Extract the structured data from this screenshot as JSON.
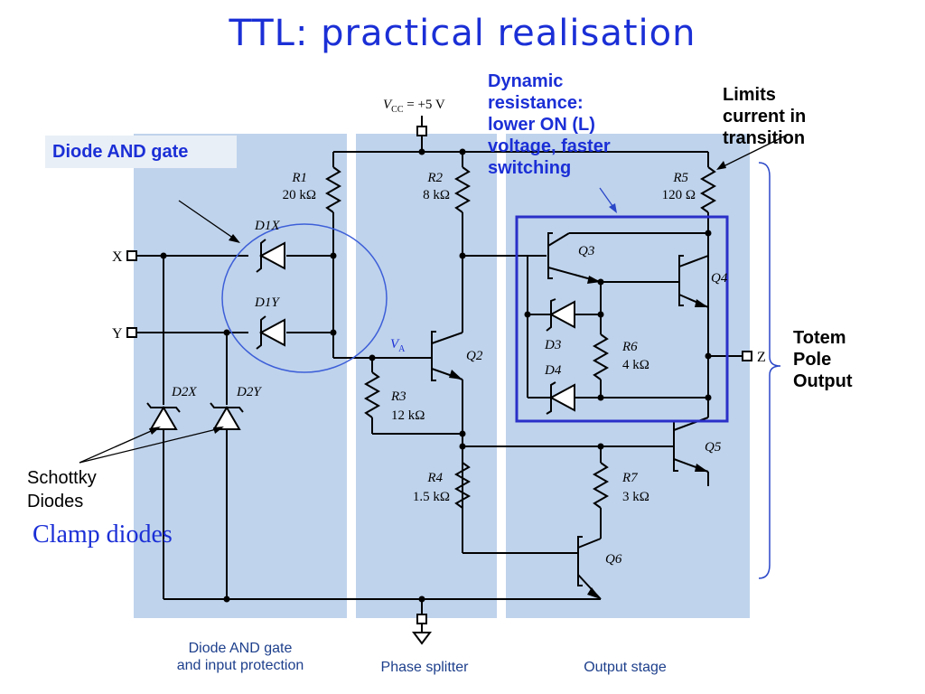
{
  "title": "TTL: practical realisation",
  "annotations": {
    "diode_and_gate": "Diode AND gate",
    "dynamic_resistance": [
      "Dynamic",
      "resistance:",
      "lower ON (L)",
      "voltage, faster",
      "switching"
    ],
    "limits_current": [
      "Limits",
      "current in",
      "transition"
    ],
    "totem_pole": [
      "Totem",
      "Pole",
      "Output"
    ],
    "schottky": [
      "Schottky",
      "Diodes"
    ],
    "clamp_diodes": "Clamp diodes"
  },
  "circuit": {
    "vcc": "V",
    "vcc_sub": "CC",
    "vcc_value": " = +5 V",
    "input_x": "X",
    "input_y": "Y",
    "output_z": "Z",
    "va": "V",
    "va_sub": "A",
    "components": {
      "r1": {
        "name": "R1",
        "value": "20 kΩ"
      },
      "r2": {
        "name": "R2",
        "value": "8 kΩ"
      },
      "r3": {
        "name": "R3",
        "value": "12 kΩ"
      },
      "r4": {
        "name": "R4",
        "value": "1.5 kΩ"
      },
      "r5": {
        "name": "R5",
        "value": "120 Ω"
      },
      "r6": {
        "name": "R6",
        "value": "4 kΩ"
      },
      "r7": {
        "name": "R7",
        "value": "3 kΩ"
      },
      "d1x": "D1X",
      "d1y": "D1Y",
      "d2x": "D2X",
      "d2y": "D2Y",
      "d3": "D3",
      "d4": "D4",
      "q2": "Q2",
      "q3": "Q3",
      "q4": "Q4",
      "q5": "Q5",
      "q6": "Q6"
    },
    "sections": {
      "input": [
        "Diode AND gate",
        "and input protection"
      ],
      "splitter": "Phase splitter",
      "output": "Output stage"
    }
  },
  "colors": {
    "title": "#1b2fd6",
    "panel": "#bfd3ec",
    "highlight_box": "#2a2fc8",
    "section_text": "#1d3f8c"
  }
}
